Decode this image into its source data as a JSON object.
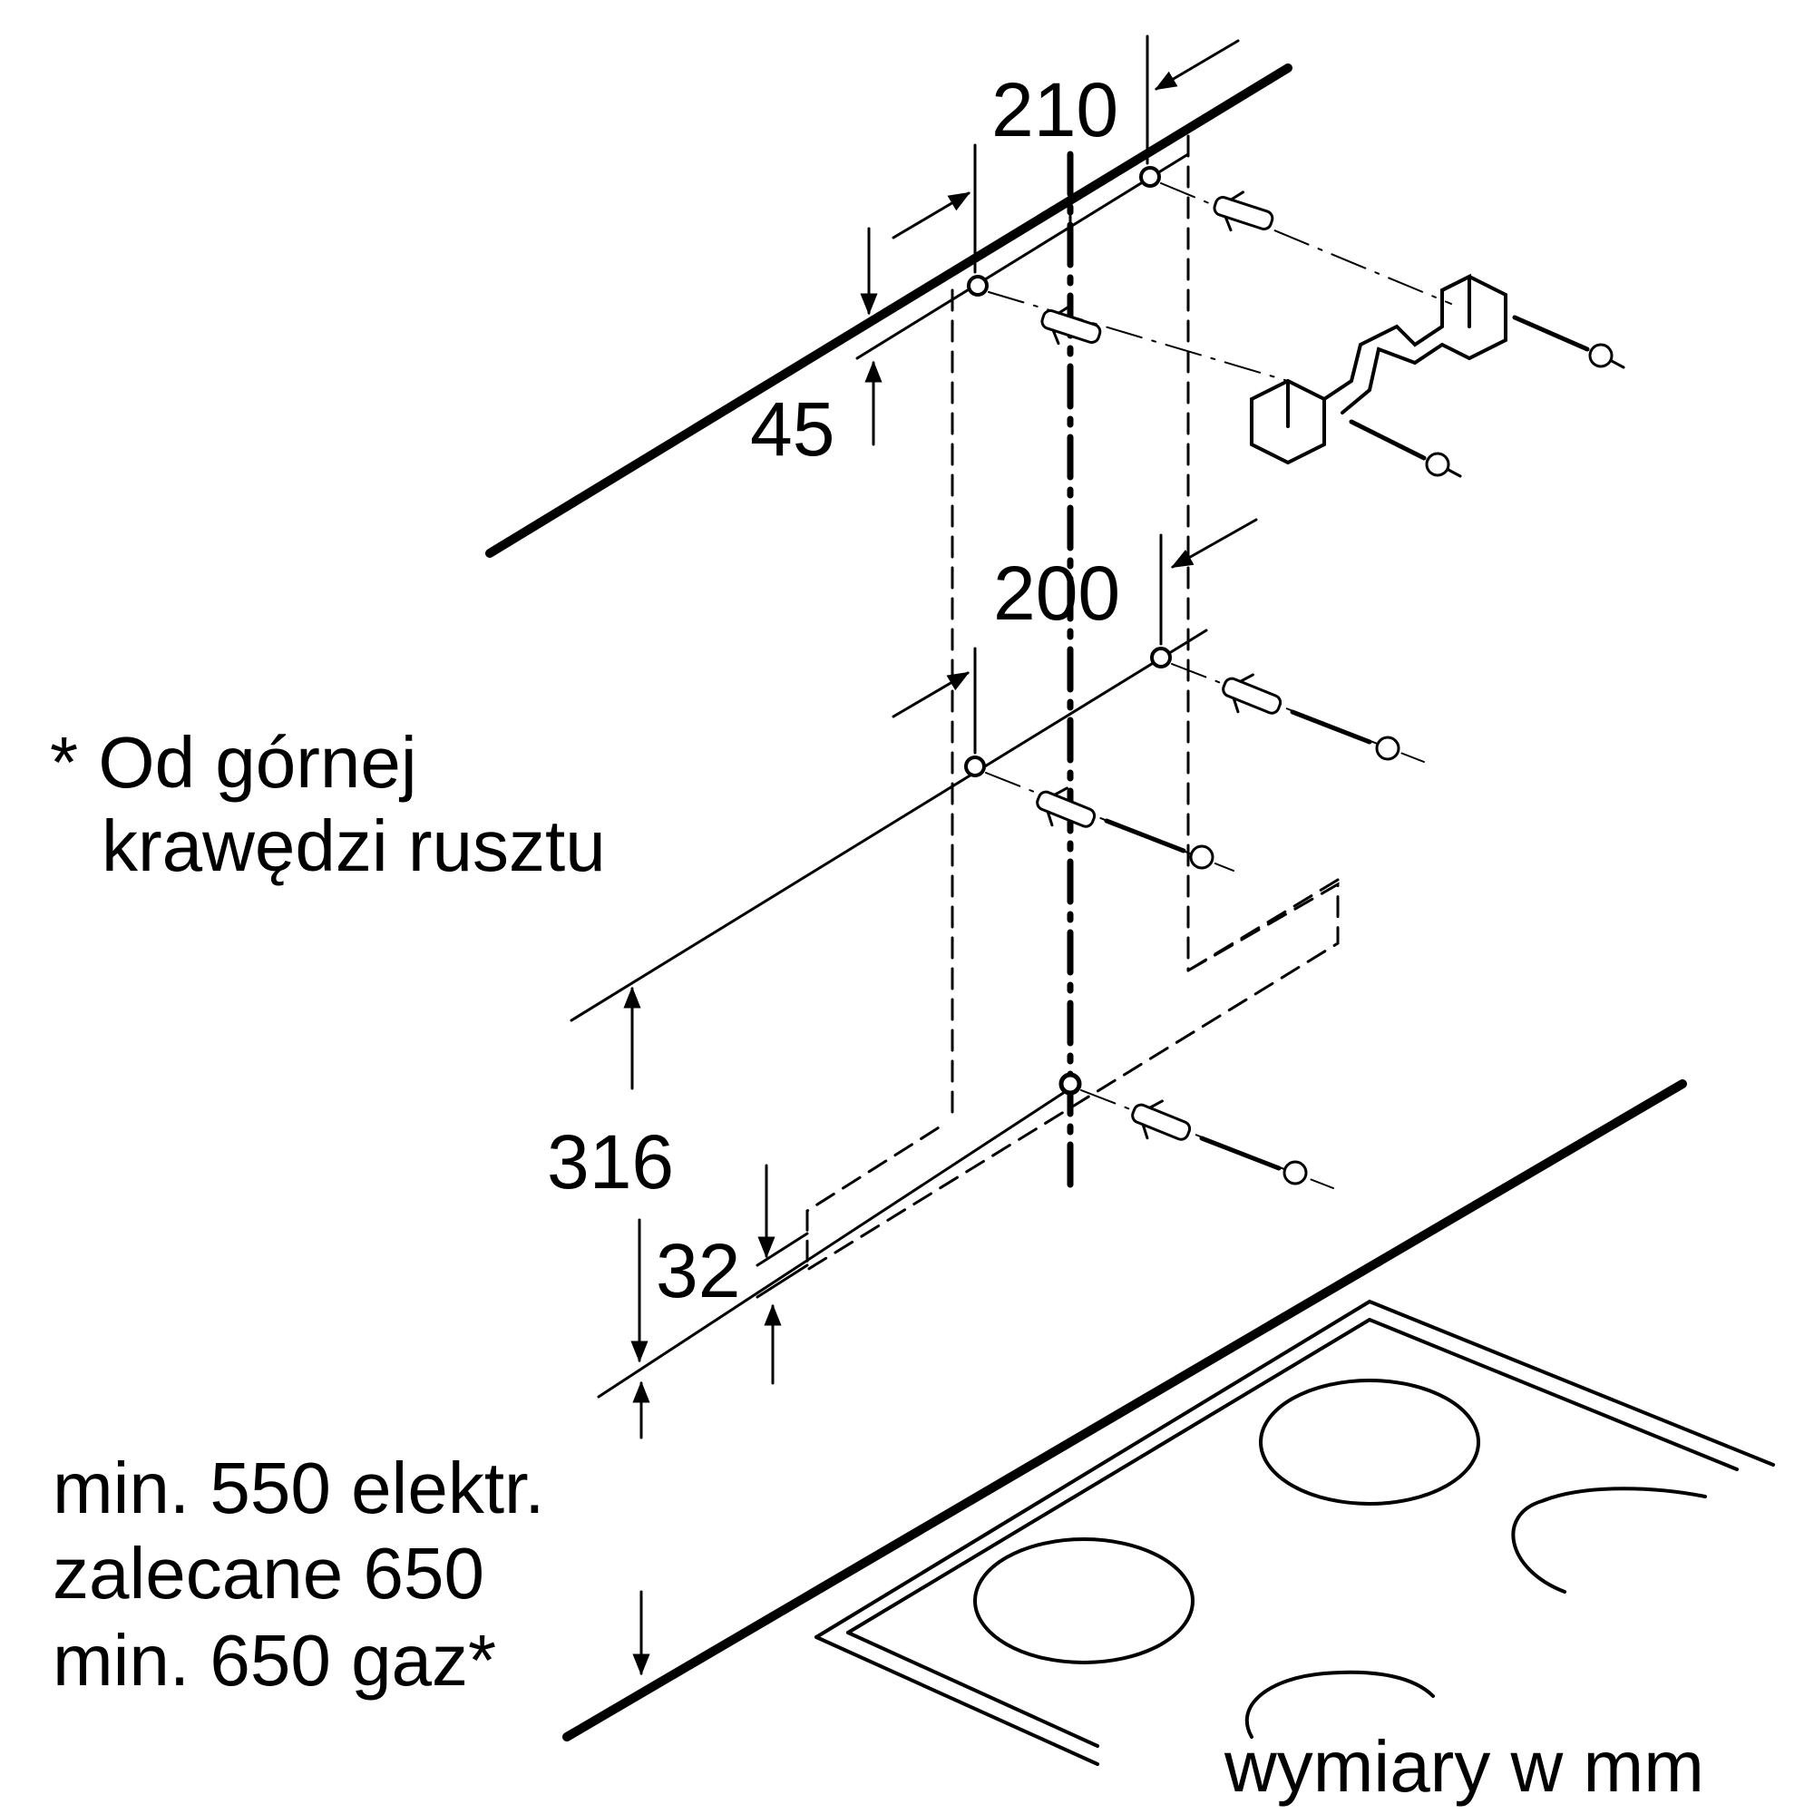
{
  "dimensions": {
    "d210": "210",
    "d45": "45",
    "d200": "200",
    "d316": "316",
    "d32": "32"
  },
  "footnote": {
    "line1": "* Od górnej",
    "line2": "krawędzi rusztu"
  },
  "clearance": {
    "line1": "min. 550 elektr.",
    "line2": "zalecane 650",
    "line3": "min. 650 gaz*"
  },
  "units_note": "wymiary w mm",
  "colors": {
    "line": "#000000",
    "background": "#ffffff"
  }
}
